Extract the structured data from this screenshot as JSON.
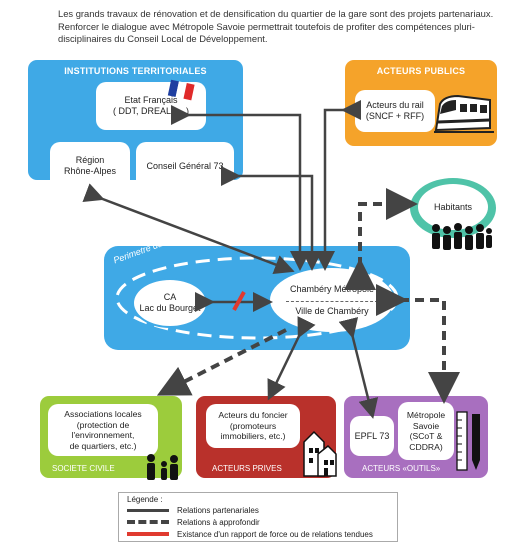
{
  "intro": "Les grands travaux de rénovation et de densification du quartier de la gare sont des projets partenariaux. Renforcer le dialogue avec Métropole Savoie permettrait toutefois de profiter des compétences pluri-disciplinaires du Conseil Local de Développement.",
  "institutions": {
    "title": "INSTITUTIONS TERRITORIALES",
    "etat": [
      "Etat Français",
      "( DDT, DREAL, ... )"
    ],
    "region": [
      "Région",
      "Rhône-Alpes"
    ],
    "conseil": "Conseil Général 73"
  },
  "acteurs_publics": {
    "title": "ACTEURS PUBLICS",
    "rail": [
      "Acteurs du rail",
      "(SNCF + RFF)"
    ]
  },
  "habitants": "Habitants",
  "scot": {
    "perimetre": "Perimetre du SCoT",
    "ca": [
      "CA",
      "Lac du Bourget"
    ],
    "chambery_metropole": "Chambéry Métropole",
    "ville": "Ville de Chambéry"
  },
  "societe_civile": {
    "box": [
      "Associations locales",
      "(protection de",
      "l'environnement,",
      "de quartiers, etc.)"
    ],
    "label": "SOCIETE CIVILE"
  },
  "acteurs_prives": {
    "box": [
      "Acteurs du foncier",
      "(promoteurs",
      "immobiliers, etc.)"
    ],
    "label": "ACTEURS PRIVES"
  },
  "acteurs_outils": {
    "epfl": "EPFL 73",
    "metropole": [
      "Métropole",
      "Savoie",
      "(SCoT &",
      "CDDRA)"
    ],
    "label": "ACTEURS «OUTILS»"
  },
  "legend": {
    "title": "Légende :",
    "items": [
      "Relations partenariales",
      "Relations à approfondir",
      "Existance d'un rapport de force ou de relations tendues"
    ]
  },
  "colors": {
    "blue": "#3fa9e6",
    "orange": "#f5a32a",
    "teal": "#4fc3a8",
    "green": "#9ccc3c",
    "red": "#b9312b",
    "purple": "#a86fbf",
    "arrow": "#444444",
    "tension": "#e03a2f"
  }
}
